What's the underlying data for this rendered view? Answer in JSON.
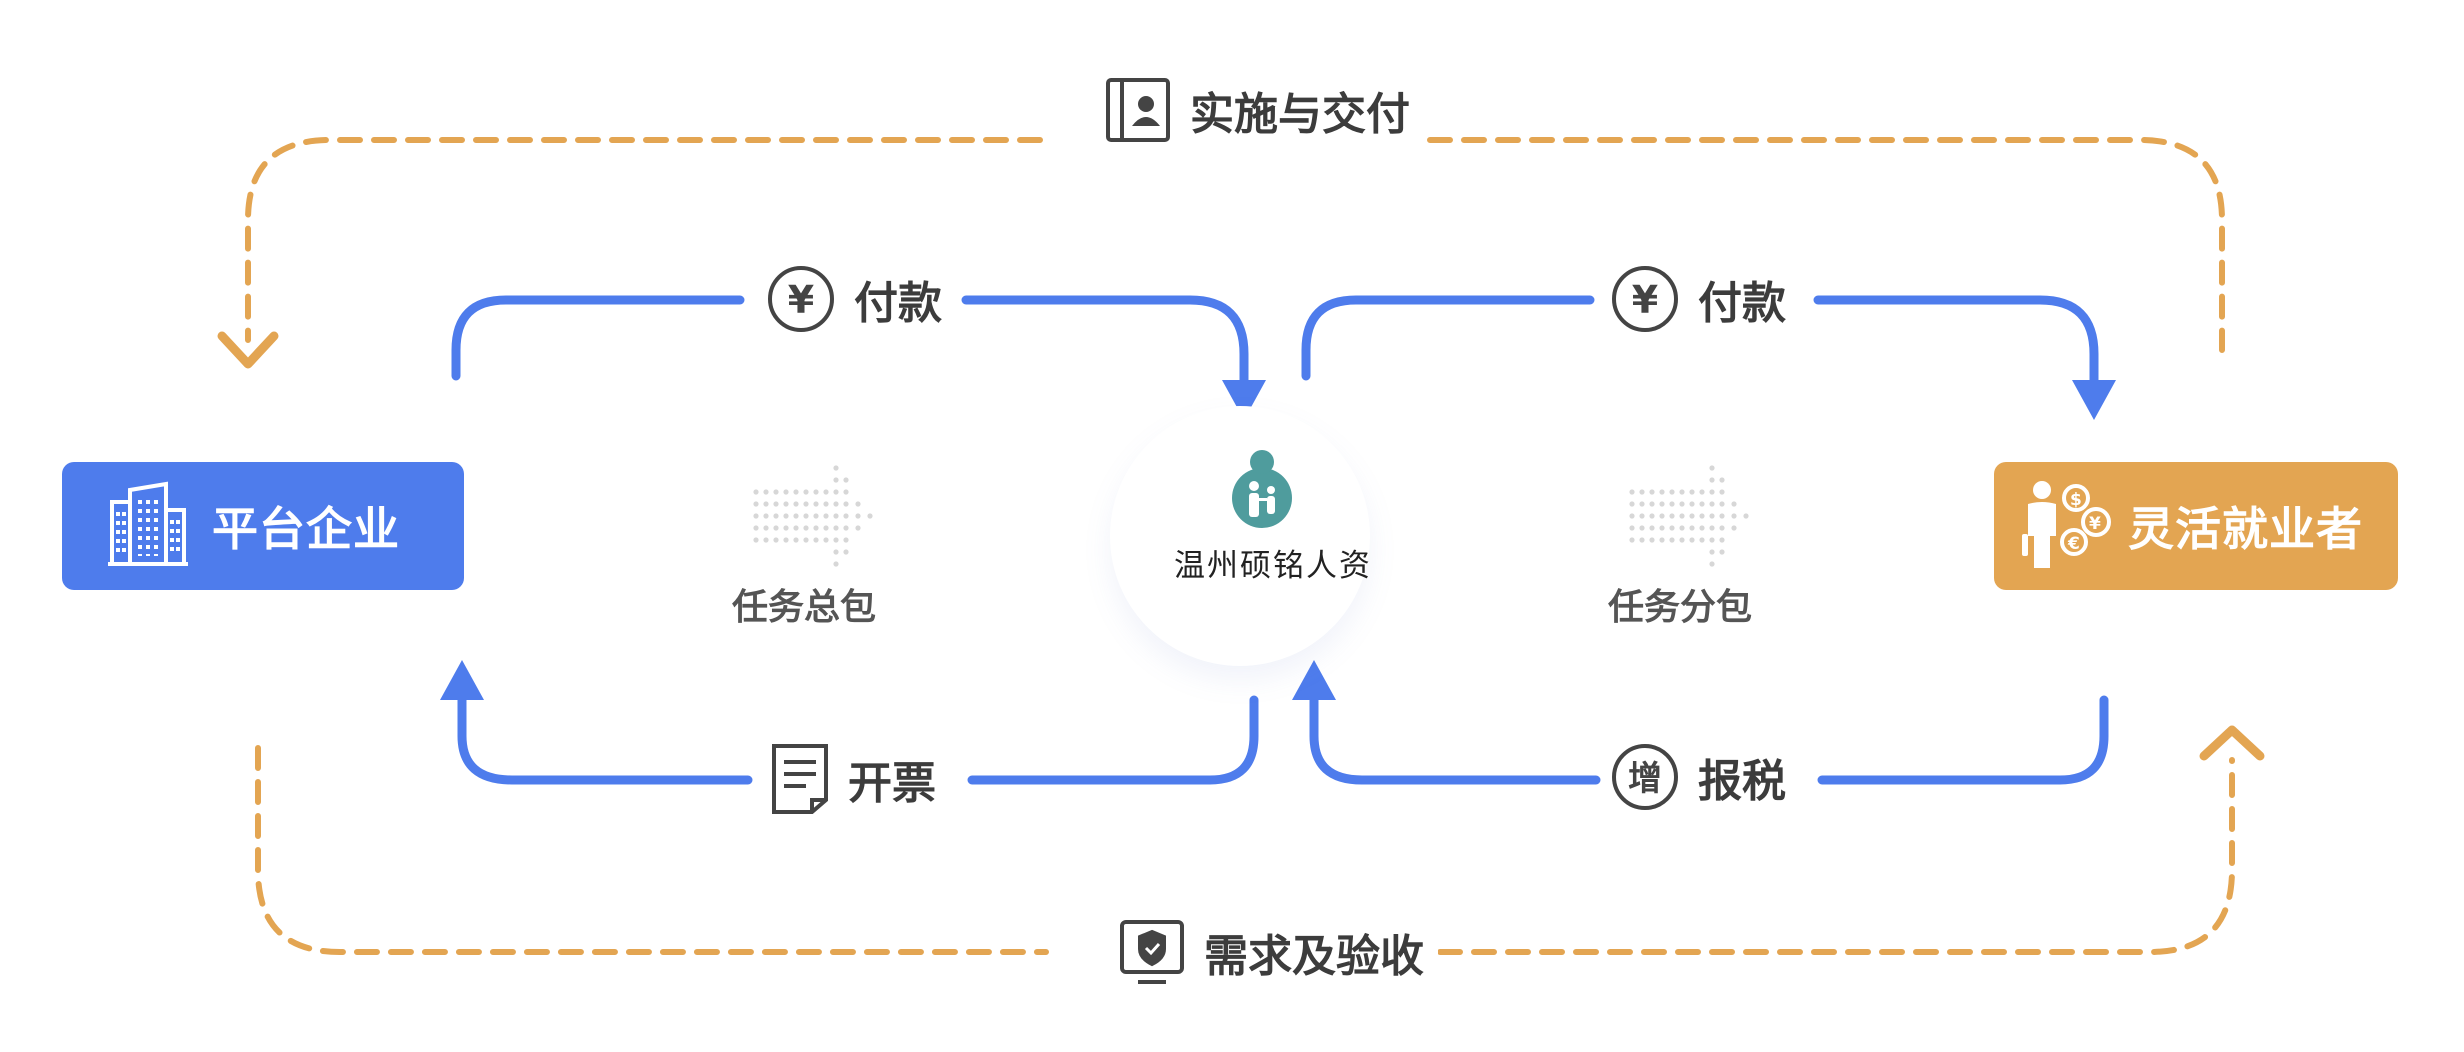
{
  "nodes": {
    "platform": {
      "label": "平台企业",
      "icon": "building-icon",
      "color": "#4e7cec"
    },
    "freelancer": {
      "label": "灵活就业者",
      "icon": "worker-coins-icon",
      "color": "#e3a552"
    }
  },
  "center": {
    "company_name": "温州硕铭人资",
    "logo": "family-logo-icon"
  },
  "flows": {
    "top_outer": {
      "label": "实施与交付",
      "icon": "id-card-icon"
    },
    "bottom_outer": {
      "label": "需求及验收",
      "icon": "shield-check-icon"
    },
    "pay_left": {
      "label": "付款",
      "icon": "yuan-circle-icon"
    },
    "pay_right": {
      "label": "付款",
      "icon": "yuan-circle-icon"
    },
    "invoice": {
      "label": "开票",
      "icon": "document-icon"
    },
    "tax": {
      "label": "报税",
      "icon": "zeng-circle-icon"
    }
  },
  "middle": {
    "task_total": "任务总包",
    "task_split": "任务分包"
  },
  "colors": {
    "blue": "#4e7cec",
    "orange": "#e3a552",
    "text": "#3c3c3c"
  }
}
